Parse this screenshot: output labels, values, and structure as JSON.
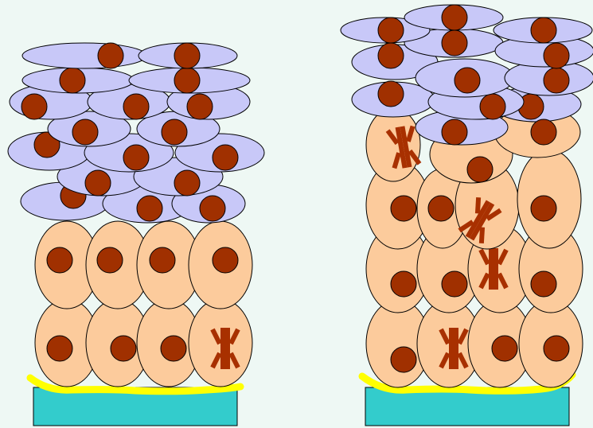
{
  "colors": {
    "background": "#eef8f4",
    "basal_cell": "#fccb9c",
    "superficial_cell": "#c8c8f8",
    "nucleus": "#a03000",
    "mitotic_figure": "#a83000",
    "basement_membrane": "#ffff00",
    "connective_tissue": "#33cccc"
  },
  "panels": [
    {
      "id": "left",
      "stage": "normal"
    },
    {
      "id": "right",
      "stage": "expanded-proliferation"
    }
  ],
  "icons": [
    "cell-icon",
    "nucleus-icon",
    "mitotic-figure-icon",
    "basement-membrane",
    "connective-tissue-block"
  ]
}
